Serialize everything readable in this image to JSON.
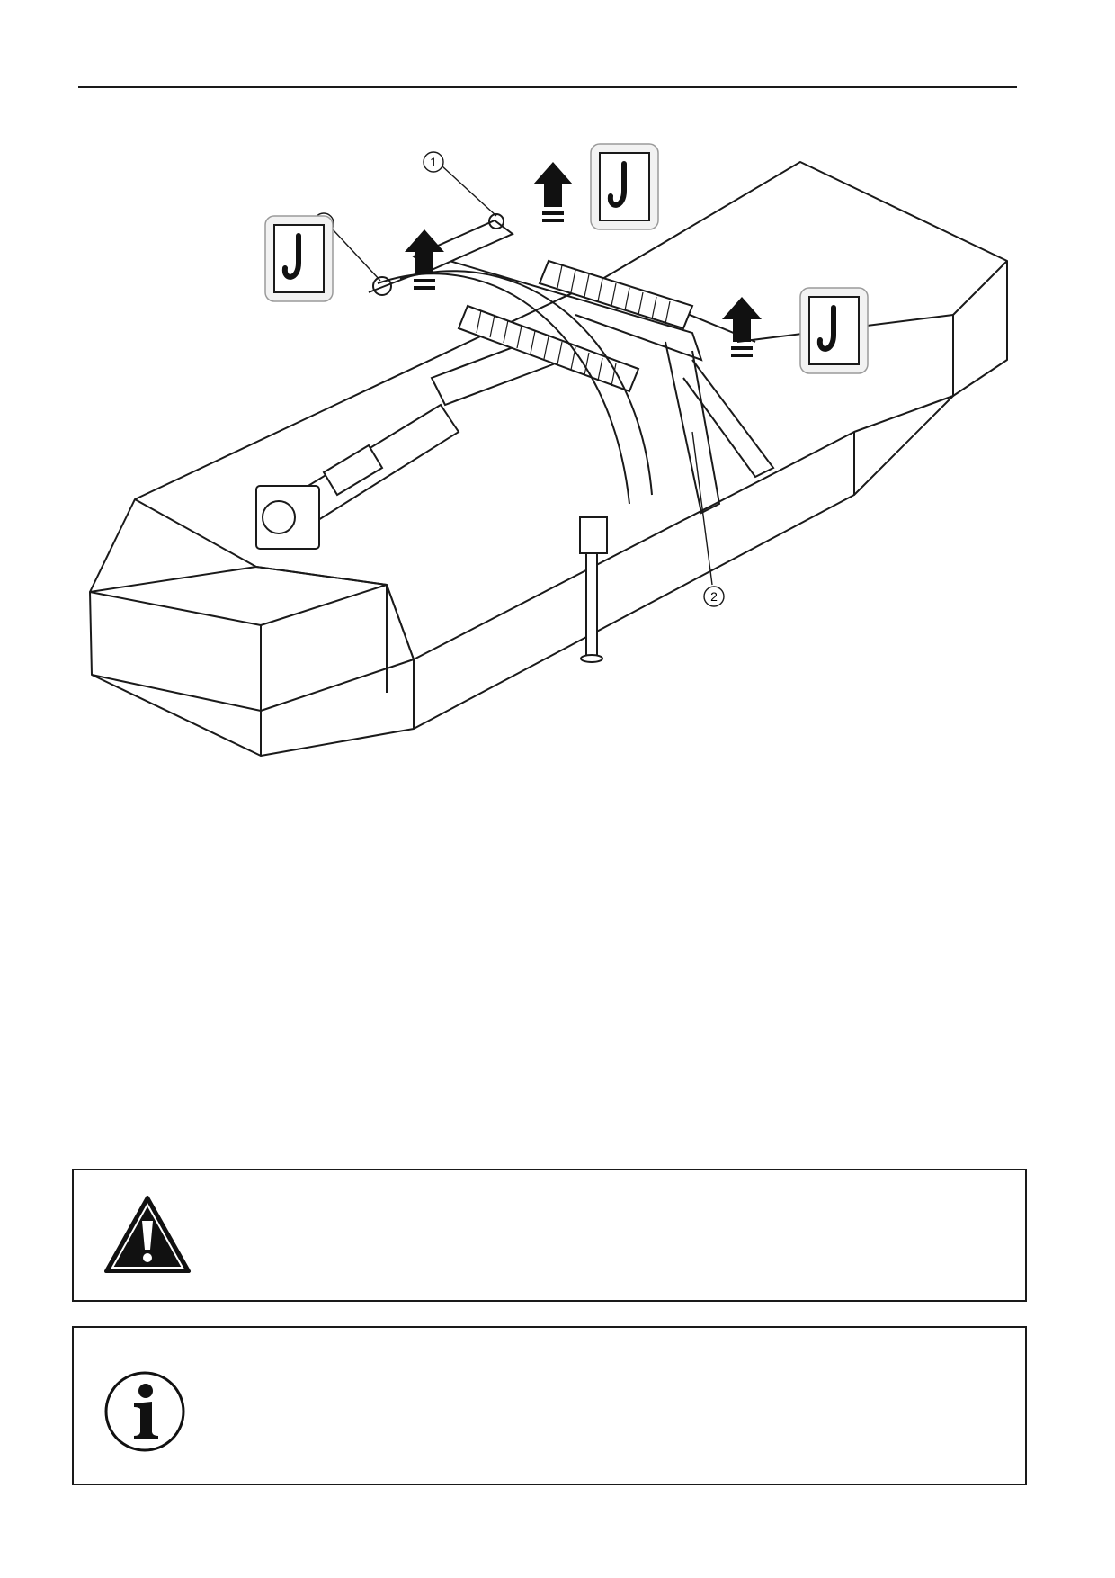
{
  "figure": {
    "callouts": [
      "1",
      "1",
      "2"
    ],
    "icons": [
      "lifting-hook-sign-icon",
      "lift-up-arrow-icon",
      "lifting-hook-sign-icon",
      "lift-up-arrow-icon",
      "lifting-hook-sign-icon",
      "lift-up-arrow-icon"
    ]
  },
  "warning": {
    "icon": "warning-triangle-icon",
    "text": ""
  },
  "info": {
    "icon": "information-icon",
    "text": ""
  }
}
